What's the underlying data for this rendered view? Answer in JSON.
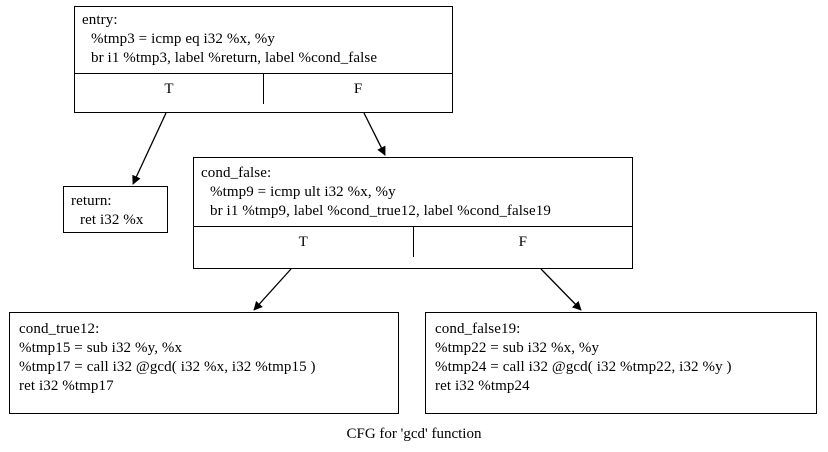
{
  "graph": {
    "caption": "CFG for 'gcd' function",
    "background_color": "#ffffff",
    "line_color": "#000000",
    "text_color": "#000000"
  },
  "nodes": {
    "entry": {
      "label": "entry:",
      "lines": [
        "%tmp3 = icmp eq i32 %x, %y",
        "br i1 %tmp3, label %return, label %cond_false"
      ],
      "ports": {
        "true": "T",
        "false": "F"
      }
    },
    "return": {
      "label": "return:",
      "lines": [
        "ret i32 %x"
      ]
    },
    "cond_false": {
      "label": "cond_false:",
      "lines": [
        "%tmp9 = icmp ult i32 %x, %y",
        "br i1 %tmp9, label %cond_true12, label %cond_false19"
      ],
      "ports": {
        "true": "T",
        "false": "F"
      }
    },
    "cond_true12": {
      "label": "cond_true12:",
      "lines": [
        "%tmp15 = sub i32 %y, %x",
        "%tmp17 = call i32 @gcd( i32 %x, i32 %tmp15 )",
        "ret i32 %tmp17"
      ]
    },
    "cond_false19": {
      "label": "cond_false19:",
      "lines": [
        "%tmp22 = sub i32 %x, %y",
        "%tmp24 = call i32 @gcd( i32 %tmp22, i32 %y )",
        "ret i32 %tmp24"
      ]
    }
  },
  "edges": [
    {
      "from": "entry",
      "from_port": "T",
      "to": "return"
    },
    {
      "from": "entry",
      "from_port": "F",
      "to": "cond_false"
    },
    {
      "from": "cond_false",
      "from_port": "T",
      "to": "cond_true12"
    },
    {
      "from": "cond_false",
      "from_port": "F",
      "to": "cond_false19"
    }
  ]
}
